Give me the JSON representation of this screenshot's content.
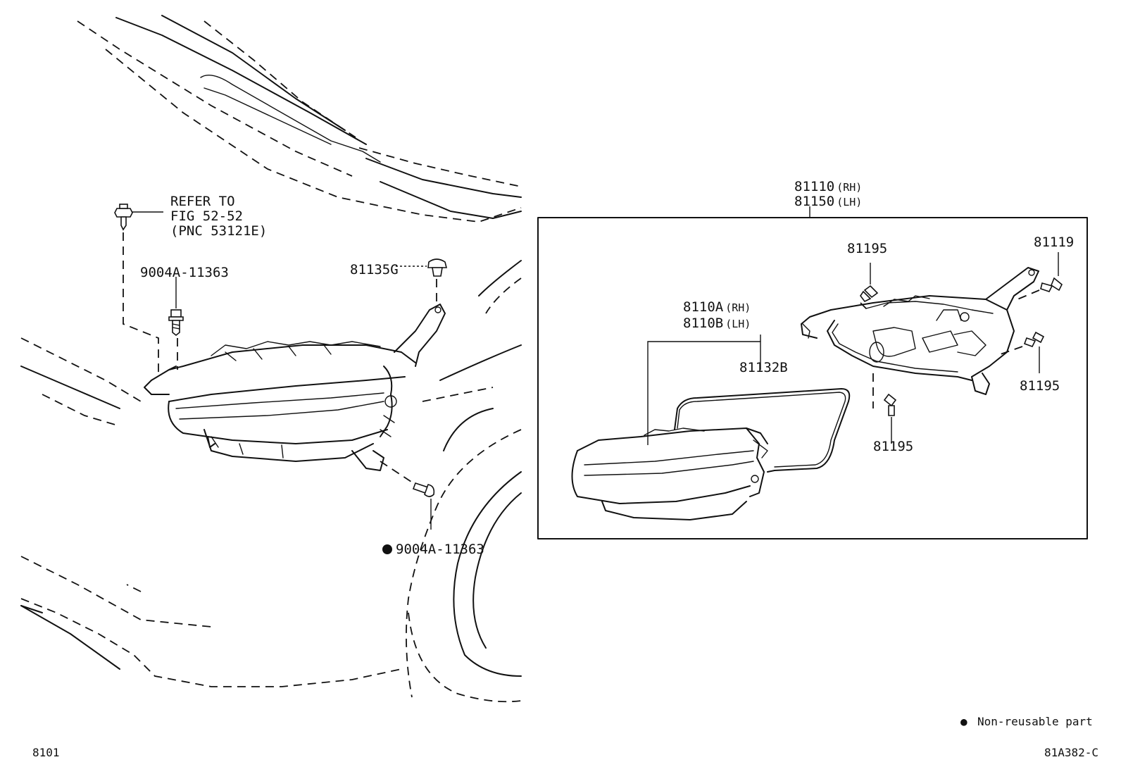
{
  "refer_note": {
    "line1": "REFER TO",
    "line2": "FIG 52-52",
    "line3": "(PNC 53121E)"
  },
  "parts": {
    "bolt_upper": "9004A-11363",
    "clip_upper": "81135G",
    "bolt_lower": "9004A-11363",
    "assembly_rh_num": "81110",
    "assembly_rh_side": "(RH)",
    "assembly_lh_num": "81150",
    "assembly_lh_side": "(LH)",
    "unit_rh_num": "8110A",
    "unit_rh_side": "(RH)",
    "unit_lh_num": "8110B",
    "unit_lh_side": "(LH)",
    "gasket": "81132B",
    "screw_top": "81195",
    "screw_right": "81195",
    "screw_bottom": "81195",
    "clip_right": "81119"
  },
  "legend": {
    "non_reusable_marker": "●",
    "non_reusable_label": "Non-reusable part"
  },
  "footer": {
    "figure_number": "8101",
    "illustration_code": "81A382-C"
  }
}
